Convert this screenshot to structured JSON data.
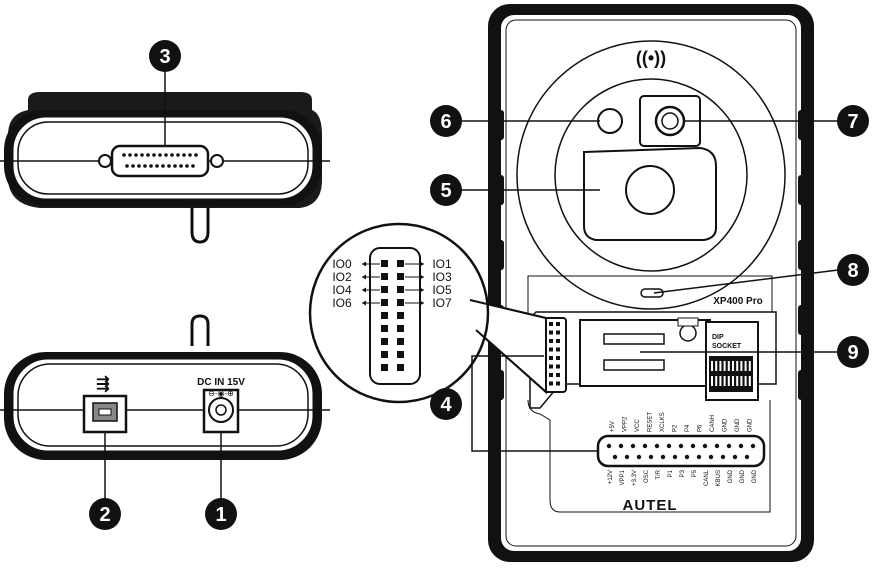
{
  "callouts": {
    "c1": "1",
    "c2": "2",
    "c3": "3",
    "c4": "4",
    "c5": "5",
    "c6": "6",
    "c7": "7",
    "c8": "8",
    "c9": "9"
  },
  "connector_labels": {
    "dc_in": "DC IN 15V",
    "usb_symbol": "⭍"
  },
  "device": {
    "model": "XP400 Pro",
    "brand": "AUTEL",
    "dip_socket": "DIP\nSOCKET",
    "dip_line1": "DIP",
    "dip_line2": "SOCKET"
  },
  "io_labels": {
    "left": [
      "IO0",
      "IO2",
      "IO4",
      "IO6"
    ],
    "right": [
      "IO1",
      "IO3",
      "IO5",
      "IO7"
    ]
  },
  "pin_labels_top": [
    "+5V",
    "VPP2",
    "VCC",
    "RESET",
    "XCLKS",
    "P2",
    "P4",
    "P6",
    "CANH",
    "GND",
    "GND",
    "GND"
  ],
  "pin_labels_bottom": [
    "+12V",
    "VPP1",
    "+3.3V",
    "OSC",
    "T/R",
    "P1",
    "P3",
    "P5",
    "CANL",
    "KBUS",
    "GND",
    "GND",
    "GND"
  ]
}
